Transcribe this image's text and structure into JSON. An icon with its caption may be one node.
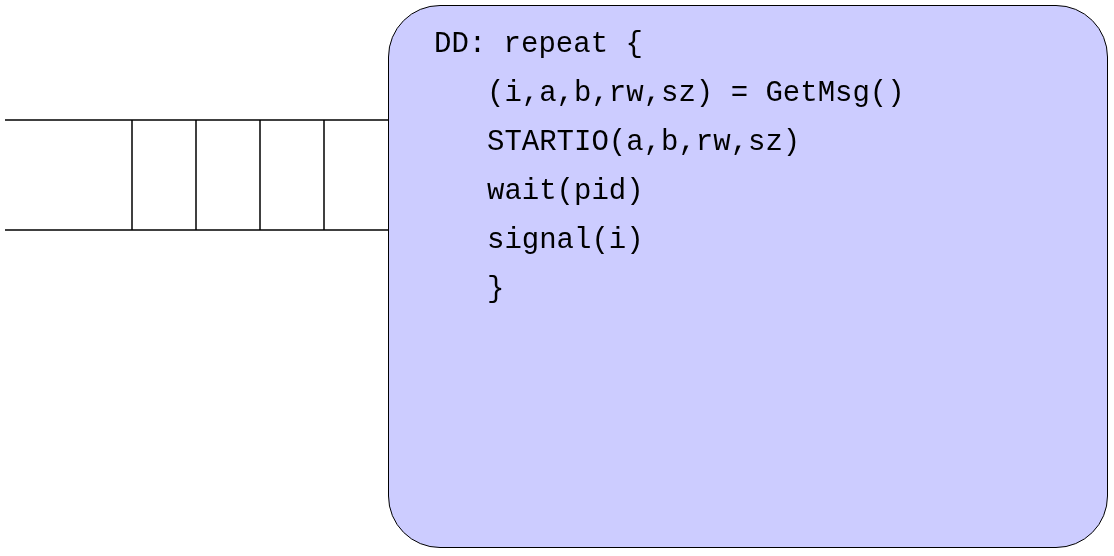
{
  "diagram": {
    "nodes": [
      {
        "text": [
          "DD: repeat {",
          "(i,a,b,rw,sz) = GetMsg()",
          "STARTIO(a,b,rw,sz)",
          "wait(pid)",
          "signal(i)",
          "}"
        ]
      }
    ]
  }
}
